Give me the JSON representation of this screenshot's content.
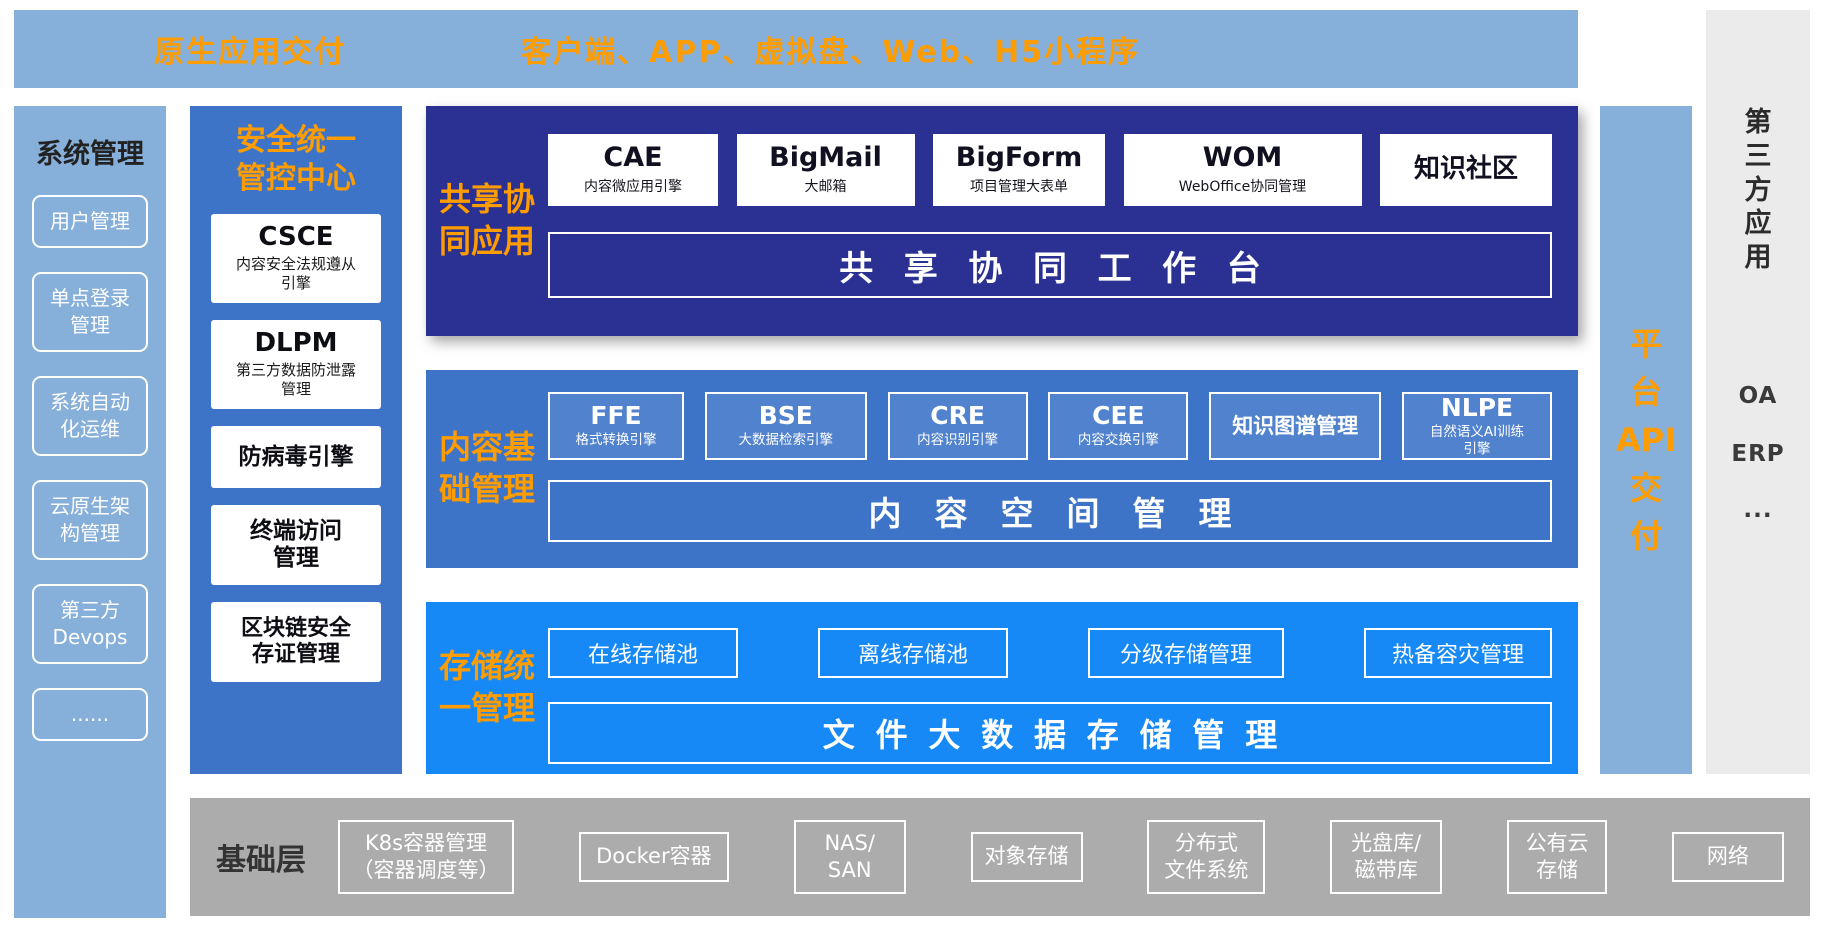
{
  "top_bar": {
    "left_label": "原生应用交付",
    "right_label": "客户端、APP、虚拟盘、Web、H5小程序"
  },
  "left_sidebar": {
    "title": "系统管理",
    "items": [
      "用户管理",
      "单点登录\n管理",
      "系统自动\n化运维",
      "云原生架\n构管理",
      "第三方\nDevops",
      "......"
    ]
  },
  "security_center": {
    "title": "安全统一\n管控中心",
    "modules": [
      {
        "name": "CSCE",
        "desc": "内容安全法规遵从\n引擎"
      },
      {
        "name": "DLPM",
        "desc": "第三方数据防泄露\n管理"
      },
      {
        "name": "防病毒引擎"
      },
      {
        "name": "终端访问\n管理"
      },
      {
        "name": "区块链安全\n存证管理"
      }
    ]
  },
  "sections": [
    {
      "label": "共享协\n同应用",
      "modules": [
        {
          "name": "CAE",
          "desc": "内容微应用引擎"
        },
        {
          "name": "BigMail",
          "desc": "大邮箱"
        },
        {
          "name": "BigForm",
          "desc": "项目管理大表单"
        },
        {
          "name": "WOM",
          "desc": "WebOffice协同管理"
        },
        {
          "name": "知识社区"
        }
      ],
      "bar": "共享协同工作台"
    },
    {
      "label": "内容基\n础管理",
      "modules": [
        {
          "name": "FFE",
          "desc": "格式转换引擎"
        },
        {
          "name": "BSE",
          "desc": "大数据检索引擎"
        },
        {
          "name": "CRE",
          "desc": "内容识别引擎"
        },
        {
          "name": "CEE",
          "desc": "内容交换引擎"
        },
        {
          "name": "知识图谱管理"
        },
        {
          "name": "NLPE",
          "desc": "自然语义AI训练\n引擎"
        }
      ],
      "bar": "内容空间管理"
    },
    {
      "label": "存储统\n一管理",
      "modules": [
        {
          "name": "在线存储池"
        },
        {
          "name": "离线存储池"
        },
        {
          "name": "分级存储管理"
        },
        {
          "name": "热备容灾管理"
        }
      ],
      "bar": "文件大数据存储管理"
    }
  ],
  "api_column": {
    "label": "平台API交付",
    "display": "平\n台\nAPI\n交\n付"
  },
  "third_party": {
    "title": "第三方应用",
    "display": "第\n三\n方\n应\n用",
    "items": [
      "OA",
      "ERP",
      "..."
    ]
  },
  "base_layer": {
    "title": "基础层",
    "items": [
      "K8s容器管理\n（容器调度等）",
      "Docker容器",
      "NAS/\nSAN",
      "对象存储",
      "分布式\n文件系统",
      "光盘库/\n磁带库",
      "公有云\n存储",
      "网络"
    ]
  },
  "colors": {
    "light_blue": "#86AFD9",
    "medium_blue": "#3E74C8",
    "dark_navy": "#2B3193",
    "bright_blue": "#1689F6",
    "orange": "#FF9C00",
    "base_gray": "#ACACAC",
    "panel_gray": "#EBEBEB"
  }
}
